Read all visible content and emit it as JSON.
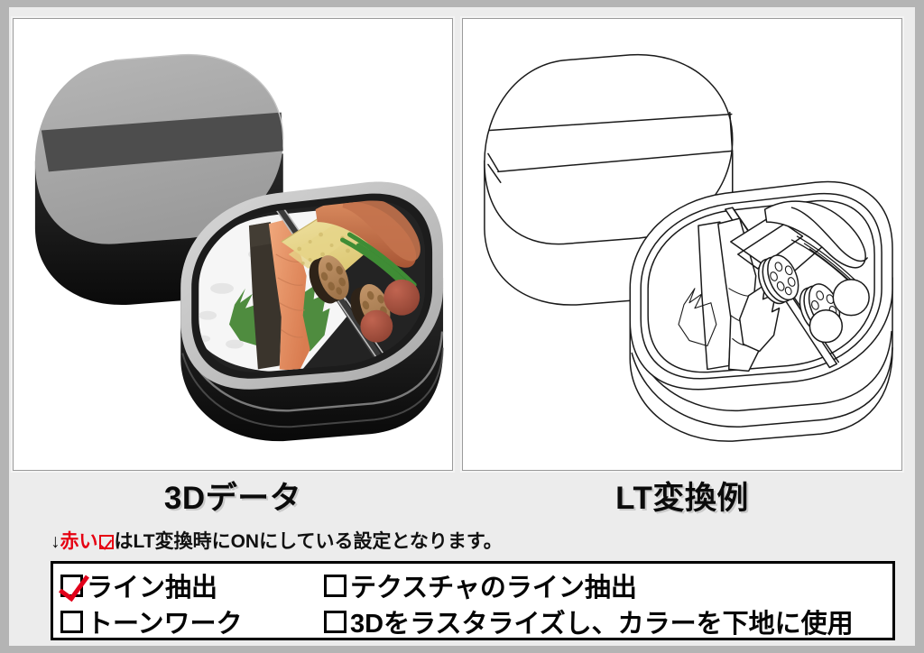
{
  "theme": {
    "outer_bg": "#b4b4b4",
    "inner_bg": "#ececec",
    "panel_bg": "#ffffff",
    "panel_border": "#9a9a9a",
    "text": "#0b0b0b",
    "accent_red": "#e60012",
    "check_red": "#e2001a"
  },
  "panels": [
    {
      "id": "3d-data",
      "caption": "3Dデータ",
      "kind": "shaded-3d-render",
      "subject": "bento-box",
      "colors": {
        "lid_top": "#a8a8a8",
        "lid_band": "#4d4d4d",
        "lid_side": "#141414",
        "box_rim": "#c9c9c9",
        "box_side": "#111111",
        "box_interior": "#2a2a2a",
        "rice": "#f4f4f4",
        "nori": "#3a3530",
        "salmon": "#e8956a",
        "shiso": "#4f8c3f",
        "tamagoyaki": "#e8d98a",
        "sausage": "#c9734a",
        "lotus_root": "#b0855c",
        "green_bean": "#3f8c35",
        "tomato": "#a8503c"
      }
    },
    {
      "id": "lt-conversion",
      "caption": "LT変換例",
      "kind": "line-art",
      "subject": "bento-box",
      "colors": {
        "stroke": "#1a1a1a",
        "fill": "#ffffff"
      }
    }
  ],
  "note": {
    "arrow": "↓",
    "red_lead": "赤い",
    "checkbox_icon": "red-checked-box-icon",
    "rest": "はLT変換時にONにしている設定となります。"
  },
  "options": {
    "column_left": [
      {
        "label": "ライン抽出",
        "checked": true
      },
      {
        "label": "トーンワーク",
        "checked": false
      }
    ],
    "column_right": [
      {
        "label": "テクスチャのライン抽出",
        "checked": false
      },
      {
        "label": "3Dをラスタライズし、カラーを下地に使用",
        "checked": false
      }
    ]
  }
}
